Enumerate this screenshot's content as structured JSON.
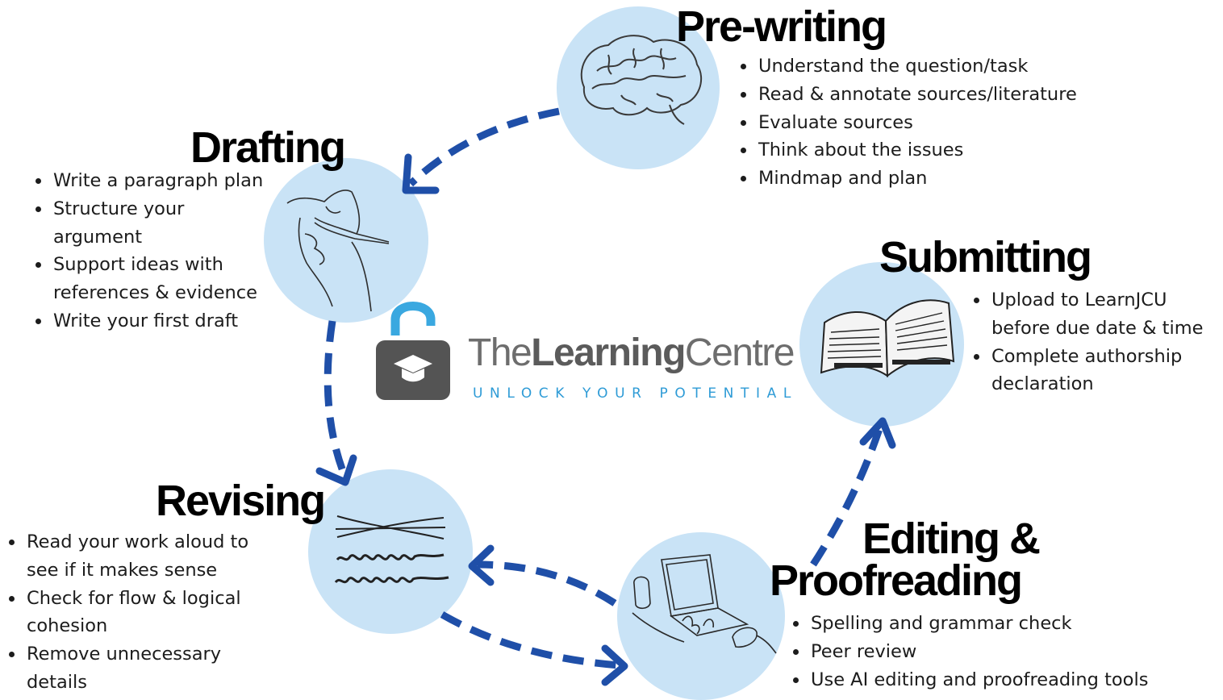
{
  "logo": {
    "name_prefix": "The",
    "name_bold": "Learning",
    "name_suffix": "Centre",
    "tagline": "UNLOCK YOUR POTENTIAL",
    "icon": "graduation-cap-padlock-icon"
  },
  "colors": {
    "circle": "#c9e3f6",
    "arrow": "#1f4fa8",
    "padlock_shackle": "#3aa8e0",
    "padlock_body": "#545454",
    "tagline": "#2e9bd6"
  },
  "stages": {
    "prewriting": {
      "title": "Pre-writing",
      "icon": "brain-icon",
      "items": [
        "Understand the question/task",
        "Read & annotate sources/literature",
        "Evaluate sources",
        "Think about the issues",
        "Mindmap and plan"
      ]
    },
    "drafting": {
      "title": "Drafting",
      "icon": "writing-hand-icon",
      "items": [
        [
          "Write a paragraph plan"
        ],
        [
          "Structure your",
          "argument"
        ],
        [
          "Support ideas with",
          "references & evidence"
        ],
        [
          "Write your first draft"
        ]
      ]
    },
    "submitting": {
      "title": "Submitting",
      "icon": "open-book-icon",
      "items": [
        [
          "Upload to LearnJCU",
          "before due date & time"
        ],
        [
          "Complete authorship",
          "declaration"
        ]
      ]
    },
    "revising": {
      "title": "Revising",
      "icon": "crossed-out-text-icon",
      "items": [
        [
          "Read your work aloud to",
          "see if it makes sense"
        ],
        [
          "Check for flow & logical",
          "cohesion"
        ],
        [
          "Remove unnecessary",
          "details"
        ]
      ]
    },
    "editing": {
      "title_line1": "Editing &",
      "title_line2": "Proofreading",
      "icon": "laptop-icon",
      "items": [
        "Spelling and grammar check",
        "Peer review",
        "Use AI editing and proofreading tools"
      ]
    }
  }
}
